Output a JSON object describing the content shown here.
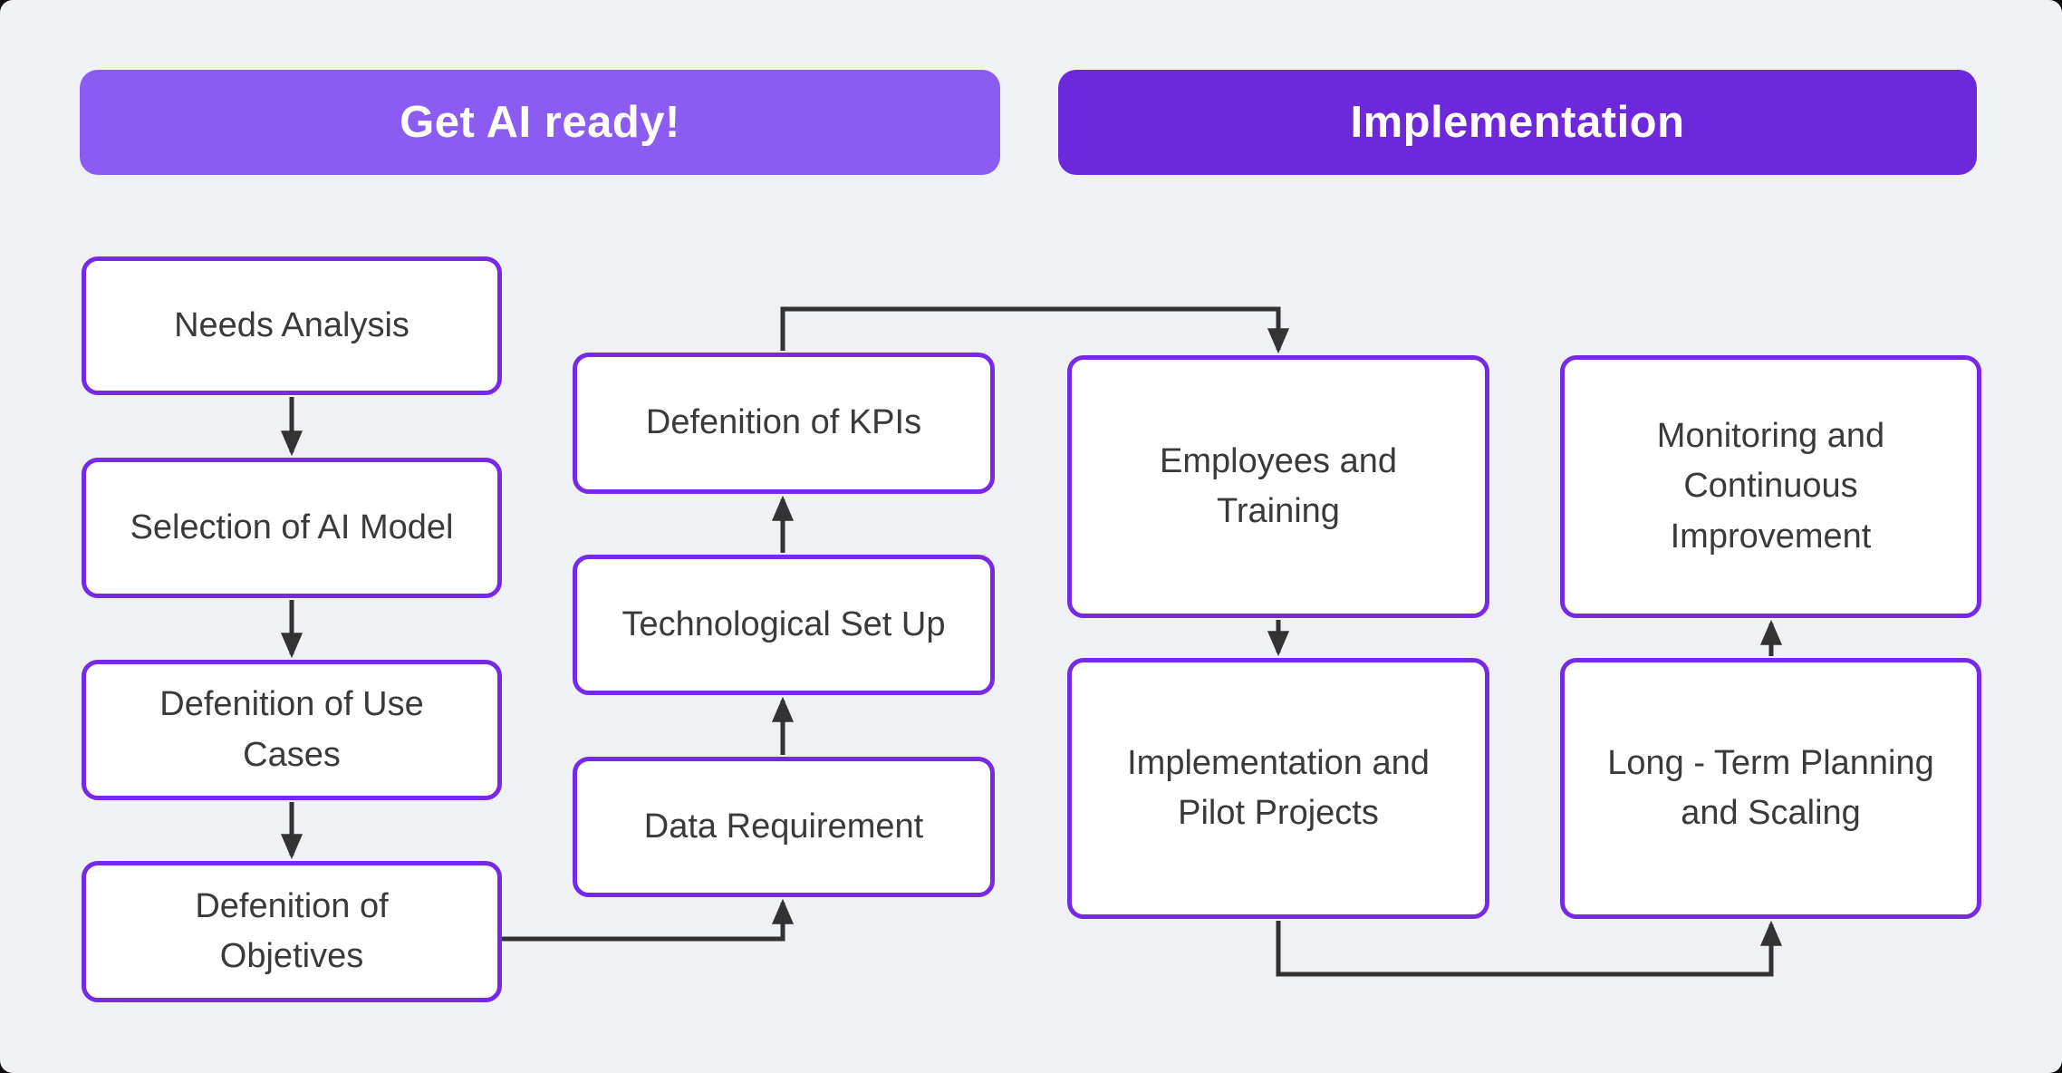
{
  "diagram": {
    "phase_headers": {
      "get_ai_ready": {
        "label": "Get AI ready!",
        "bg": "#8A5CF1",
        "text_color": "#FFFFFF"
      },
      "implementation": {
        "label": "Implementation",
        "bg": "#6C28DA",
        "text_color": "#FFFFFF"
      }
    },
    "nodes": {
      "needs_analysis": {
        "label": "Needs Analysis"
      },
      "selection_of_ai_model": {
        "label": "Selection of AI Model"
      },
      "defenition_of_use_cases": {
        "label": "Defenition of Use\nCases"
      },
      "defenition_of_objetives": {
        "label": "Defenition of\nObjetives"
      },
      "defenition_of_kpis": {
        "label": "Defenition of KPIs"
      },
      "technological_set_up": {
        "label": "Technological Set Up"
      },
      "data_requirement": {
        "label": "Data Requirement"
      },
      "employees_and_training": {
        "label": "Employees and\nTraining"
      },
      "implementation_and_pilot_projects": {
        "label": "Implementation and\nPilot Projects"
      },
      "monitoring_and_continuous_improvement": {
        "label": "Monitoring and\nContinuous\nImprovement"
      },
      "long_term_planning_and_scaling": {
        "label": "Long - Term Planning\nand Scaling"
      }
    },
    "edges": [
      {
        "from": "needs_analysis",
        "to": "selection_of_ai_model"
      },
      {
        "from": "selection_of_ai_model",
        "to": "defenition_of_use_cases"
      },
      {
        "from": "defenition_of_use_cases",
        "to": "defenition_of_objetives"
      },
      {
        "from": "defenition_of_objetives",
        "to": "data_requirement"
      },
      {
        "from": "data_requirement",
        "to": "technological_set_up"
      },
      {
        "from": "technological_set_up",
        "to": "defenition_of_kpis"
      },
      {
        "from": "defenition_of_kpis",
        "to": "employees_and_training"
      },
      {
        "from": "employees_and_training",
        "to": "implementation_and_pilot_projects"
      },
      {
        "from": "implementation_and_pilot_projects",
        "to": "long_term_planning_and_scaling"
      },
      {
        "from": "long_term_planning_and_scaling",
        "to": "monitoring_and_continuous_improvement"
      }
    ],
    "colors": {
      "canvas_bg": "#EFF1F4",
      "node_fill": "#FFFFFF",
      "node_border": "#7729E8",
      "node_text": "#3A3A3A",
      "arrow": "#333333",
      "header_light_purple": "#8A5CF1",
      "header_dark_purple": "#6C28DA"
    }
  }
}
